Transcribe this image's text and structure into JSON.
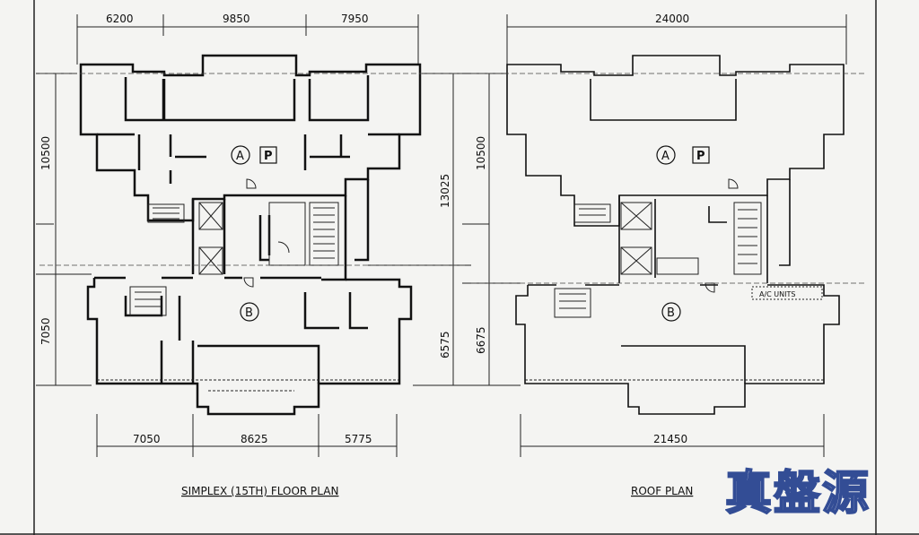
{
  "plans": {
    "simplex": {
      "title": "SIMPLEX (15TH) FLOOR PLAN",
      "top_dims": [
        "6200",
        "9850",
        "7950"
      ],
      "bottom_dims": [
        "7050",
        "8625",
        "5775"
      ],
      "left_dims": [
        "10500",
        "7050"
      ],
      "right_dims": [
        "13025",
        "6575"
      ],
      "unit_a": "A",
      "unit_b": "B",
      "parking": "P"
    },
    "roof": {
      "title": "ROOF PLAN",
      "top_dim": "24000",
      "bottom_dim": "21450",
      "left_dims": [
        "10500",
        "6675"
      ],
      "unit_a": "A",
      "unit_b": "B",
      "parking": "P",
      "ac_units": "A/C UNITS"
    }
  },
  "watermark": "真盤源",
  "colors": {
    "ink": "#111111",
    "paper": "#f4f4f2",
    "watermark": "#1f3b8c"
  }
}
